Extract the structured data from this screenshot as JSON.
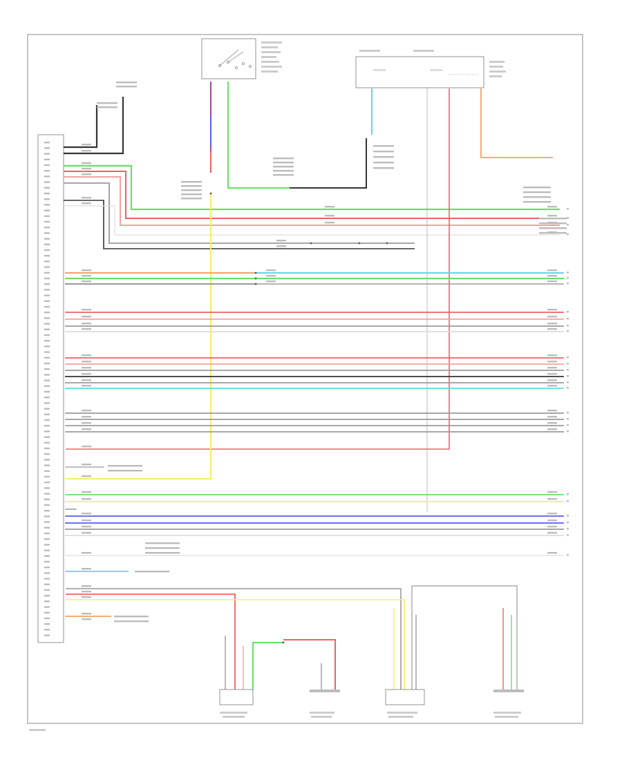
{
  "title": "",
  "footer_code": "",
  "colors": {
    "light_green": "#66e066",
    "red": "#f06060",
    "pink": "#f4a0a0",
    "blue": "#5a5af0",
    "cyan": "#5fd6e6",
    "yellow": "#f2f060",
    "orange": "#f3a060",
    "grey": "#999999",
    "black": "#333333",
    "light_grey": "#dddddd",
    "purple": "#9a4a9a",
    "frame": "#777777"
  },
  "module": {
    "name": "",
    "label_lines": [
      "",
      "",
      "",
      "",
      ""
    ]
  },
  "boxes": [
    {
      "id": "ignition-switch-box"
    },
    {
      "id": "junction-block-box"
    },
    {
      "id": "left-climate-heater-box"
    },
    {
      "id": "left-rear-heater-box"
    },
    {
      "id": "right-climate-heater-box"
    },
    {
      "id": "right-rear-heater-box"
    }
  ],
  "connectors": [
    {
      "id": "left-climate-connector",
      "label": ""
    },
    {
      "id": "left-rear-connector",
      "label": ""
    },
    {
      "id": "right-climate-connector",
      "label": ""
    },
    {
      "id": "right-rear-connector",
      "label": ""
    }
  ],
  "wire_groups": [
    {
      "group": "top",
      "count": 5
    },
    {
      "group": "upper-bus",
      "count": 3
    },
    {
      "group": "mid-red",
      "count": 3
    },
    {
      "group": "mid-block",
      "count": 6
    },
    {
      "group": "grey-block",
      "count": 4
    },
    {
      "group": "lower-block",
      "count": 6
    },
    {
      "group": "bottom-block",
      "count": 5
    }
  ]
}
